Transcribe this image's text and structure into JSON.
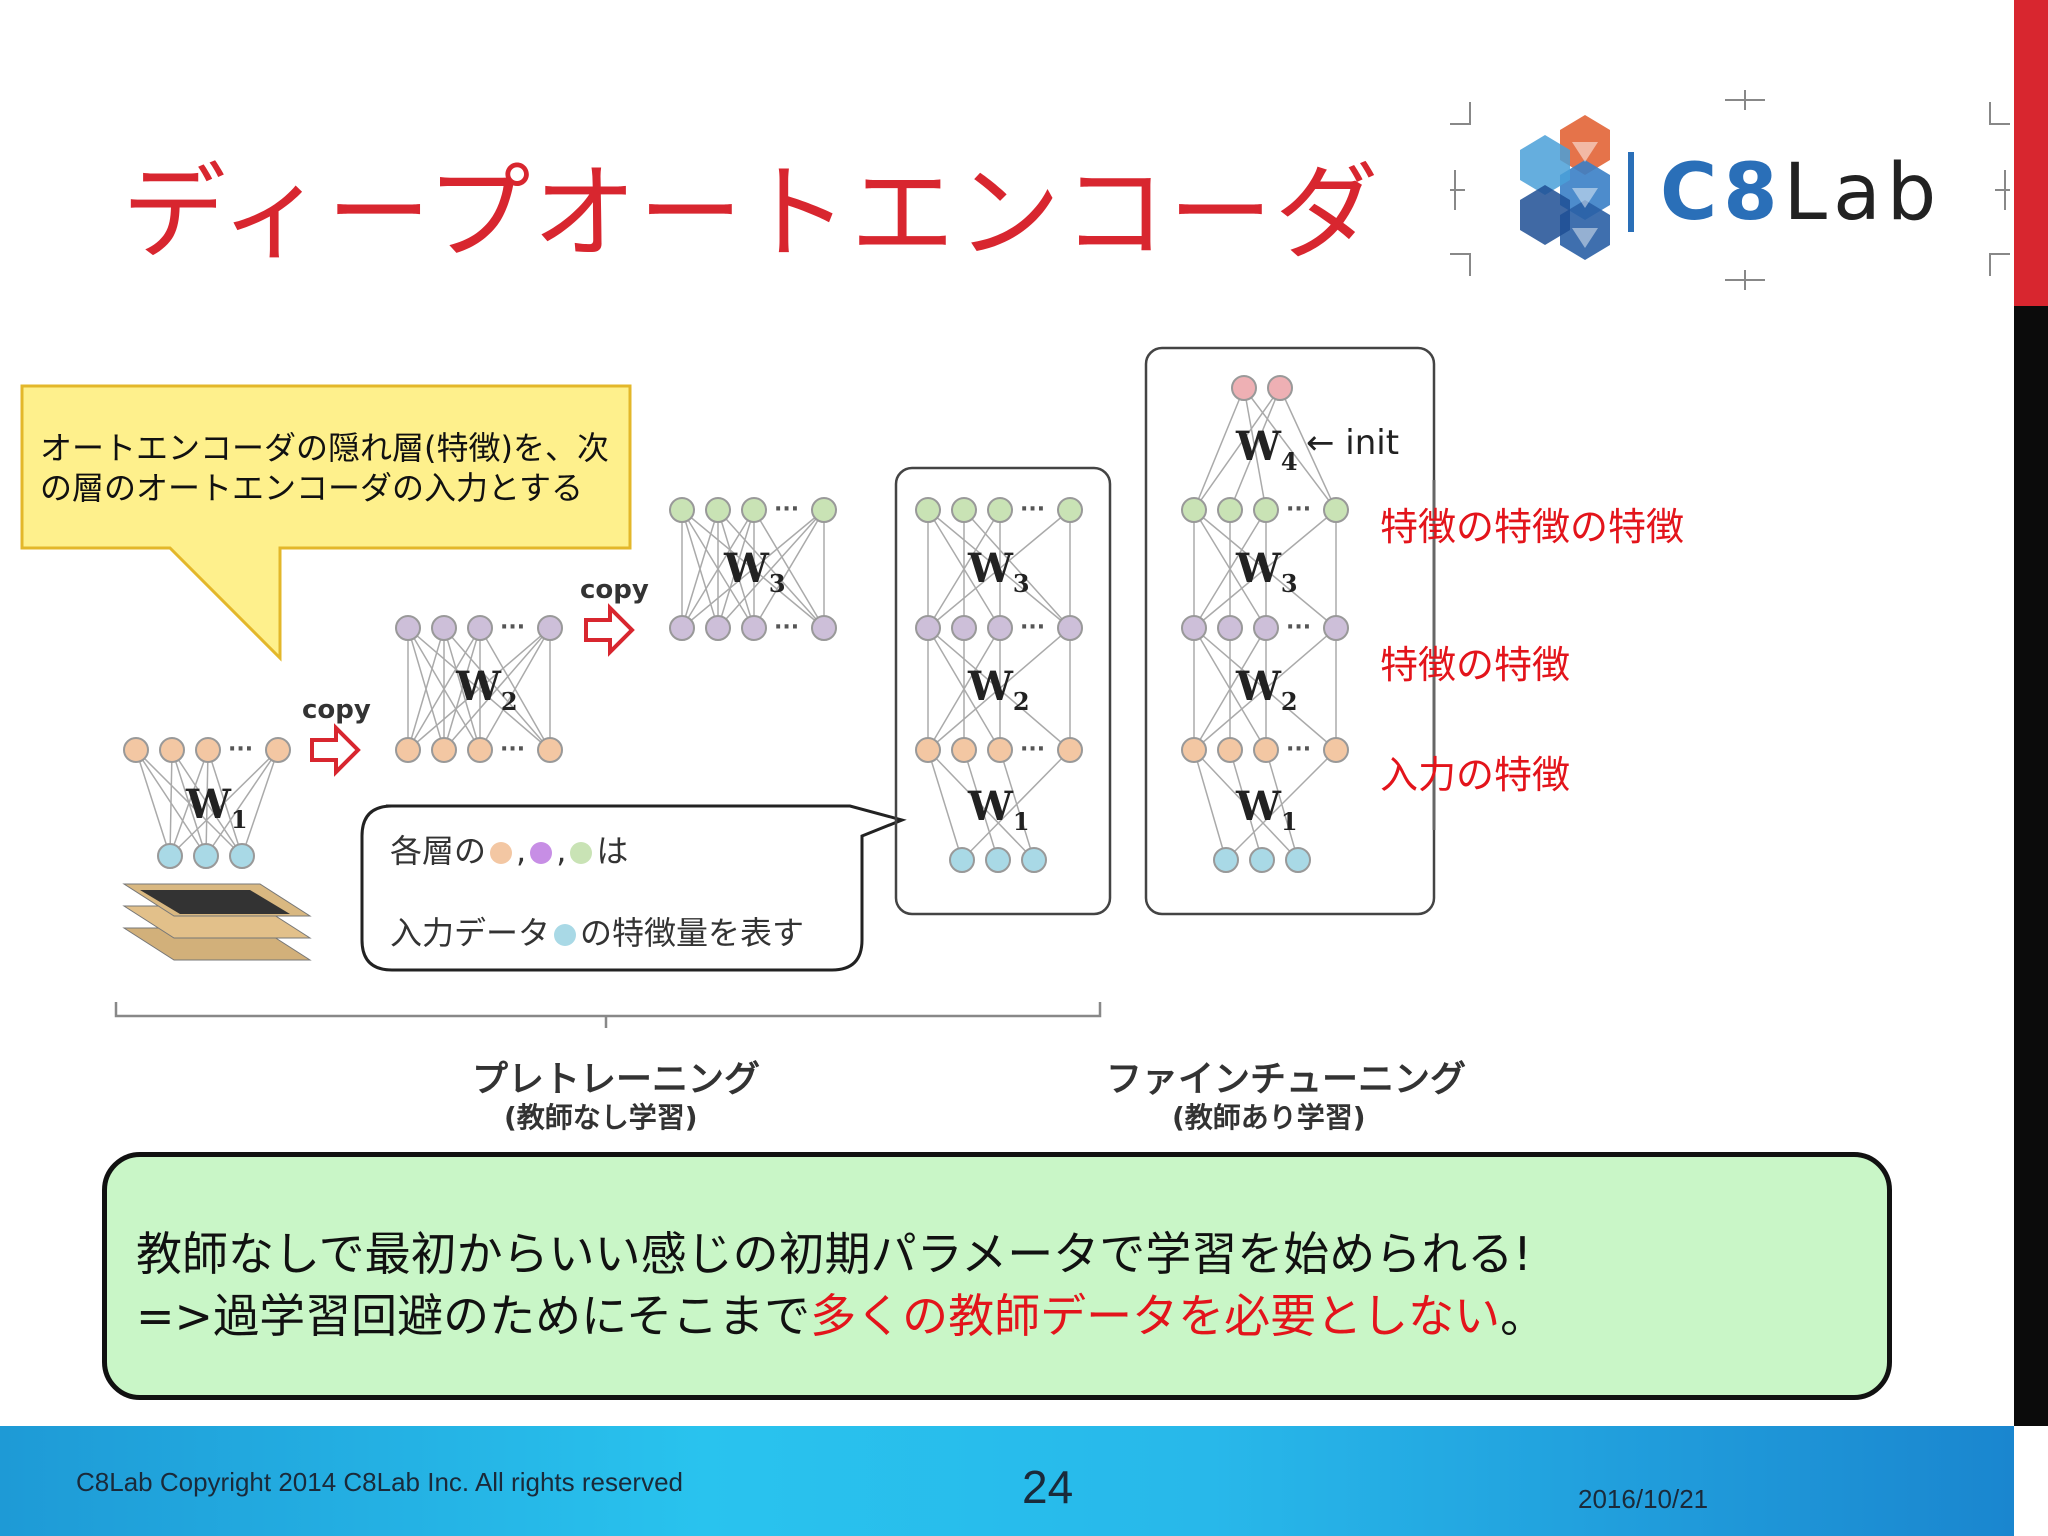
{
  "slide": {
    "title": "ディープオートエンコーダ",
    "logo_text_c8": "C8",
    "logo_text_lab": "Lab"
  },
  "diagram": {
    "callout_line1": "オートエンコーダの隠れ層(特徴)を、次",
    "callout_line2": "の層のオートエンコーダの入力とする",
    "copy_label_1": "copy",
    "copy_label_2": "copy",
    "init_label": "← init",
    "weights": {
      "w1": "W",
      "w2": "W",
      "w3": "W",
      "w4": "W",
      "sub1": "1",
      "sub2": "2",
      "sub3": "3",
      "sub4": "4"
    },
    "node_ellipsis": "···",
    "bubble_line1_prefix": "各層の",
    "bubble_sep": ",",
    "bubble_line1_suffix": "は",
    "bubble_line2_prefix": "入力データ",
    "bubble_line2_suffix": "の特徴量を表す",
    "feature_labels": [
      "特徴の特徴の特徴",
      "特徴の特徴",
      "入力の特徴"
    ],
    "pretraining_label": "プレトレーニング",
    "pretraining_sub": "(教師なし学習)",
    "finetuning_label": "ファインチューニング",
    "finetuning_sub": "(教師あり学習)",
    "colors": {
      "orange_node": "#f3c7a3",
      "purple_node": "#cdbfd9",
      "green_node": "#c9e3b5",
      "blue_node": "#a9d9e6",
      "pink_node": "#eeb0b4",
      "arrow_red": "#d8262f",
      "callout_fill": "#fef08c"
    }
  },
  "summary": {
    "line1": "教師なしで最初からいい感じの初期パラメータで学習を始められる!",
    "line2_prefix": "=>過学習回避のためにそこまで",
    "line2_highlight": "多くの教師データを必要としない",
    "line2_suffix": "。"
  },
  "footer": {
    "copyright": "C8Lab Copyright 2014 C8Lab  Inc. All rights reserved",
    "page_number": "24",
    "date": "2016/10/21"
  }
}
